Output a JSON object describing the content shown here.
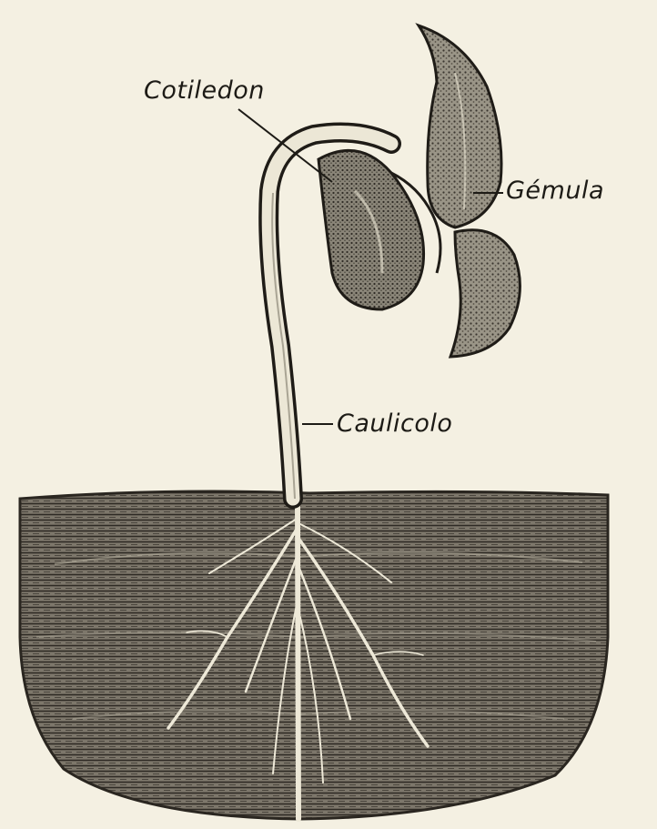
{
  "labels": {
    "cotiledon": "Cotiledon",
    "gemula": "Gémula",
    "caulicolo": "Caulicolo"
  },
  "colors": {
    "paper": "#f4f0e2",
    "ink": "#1d1b16",
    "soil_dark": "#3a3630",
    "soil_light": "#b9b3a3",
    "leaf_fill": "#8c877b"
  }
}
